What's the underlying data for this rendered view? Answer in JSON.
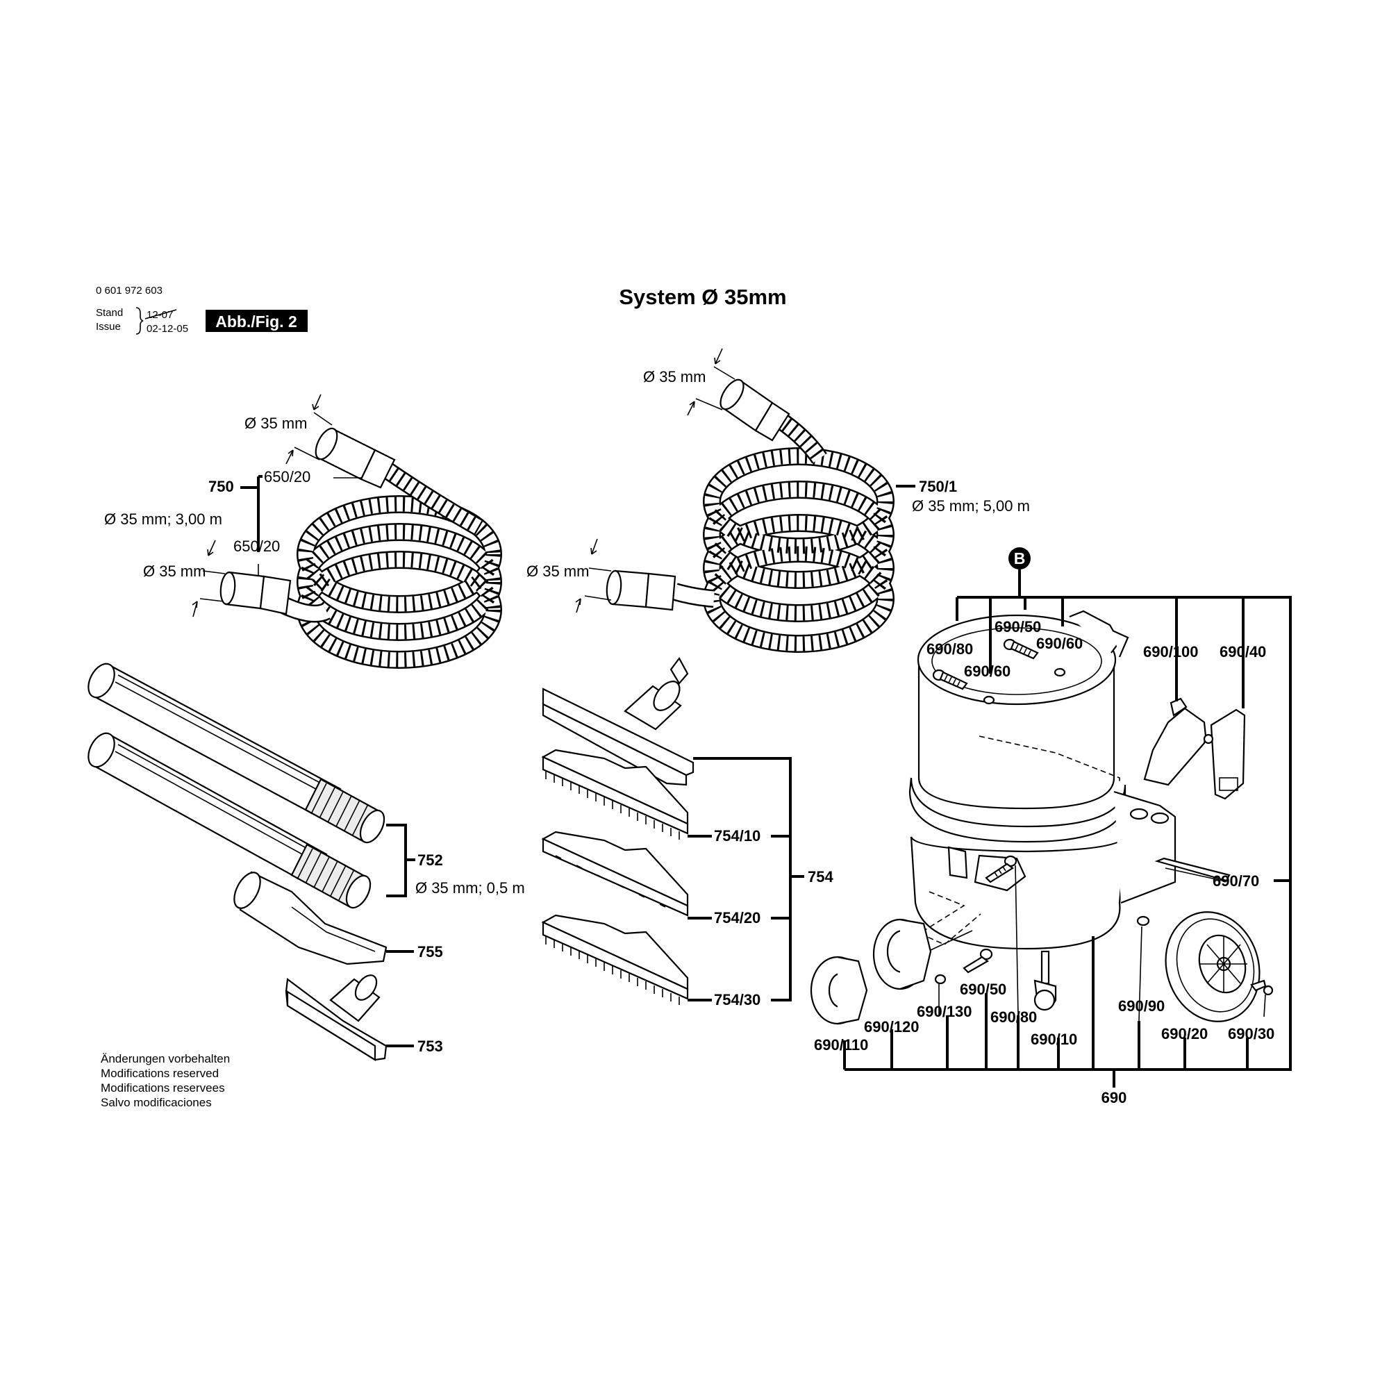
{
  "header": {
    "part_number": "0 601 972 603",
    "stand_label": "Stand",
    "issue_label": "Issue",
    "old_date": "12-07",
    "issue_date": "02-12-05",
    "figure_badge": "Abb./Fig. 2",
    "title": "System Ø 35mm"
  },
  "hose_short": {
    "label_main": "750",
    "spec": "Ø 35 mm; 3,00 m",
    "cuff_top": "650/20",
    "cuff_bottom": "650/20",
    "dim_top": "Ø 35 mm",
    "dim_bottom": "Ø 35 mm"
  },
  "hose_long": {
    "label_main": "750/1",
    "spec": "Ø 35 mm; 5,00 m",
    "dim_top": "Ø 35 mm",
    "dim_bottom": "Ø 35 mm"
  },
  "tubes": {
    "label": "752",
    "spec": "Ø 35 mm; 0,5 m"
  },
  "crevice_nozzle": {
    "label": "755"
  },
  "small_nozzle": {
    "label": "753"
  },
  "floor_nozzle": {
    "group_label": "754",
    "insert_1": "754/10",
    "insert_2": "754/20",
    "insert_3": "754/30"
  },
  "vacuum": {
    "badge": "B",
    "assembly": "690",
    "parts": {
      "p690_80_top": "690/80",
      "p690_50_top": "690/50",
      "p690_60_a": "690/60",
      "p690_60_b": "690/60",
      "p690_100": "690/100",
      "p690_40": "690/40",
      "p690_70": "690/70",
      "p690_50_bottom": "690/50",
      "p690_130": "690/130",
      "p690_80_bottom": "690/80",
      "p690_10": "690/10",
      "p690_120": "690/120",
      "p690_110": "690/110",
      "p690_90": "690/90",
      "p690_20": "690/20",
      "p690_30": "690/30"
    }
  },
  "footer": {
    "line1": "Änderungen vorbehalten",
    "line2": "Modifications reserved",
    "line3": "Modifications reservees",
    "line4": "Salvo modificaciones"
  }
}
